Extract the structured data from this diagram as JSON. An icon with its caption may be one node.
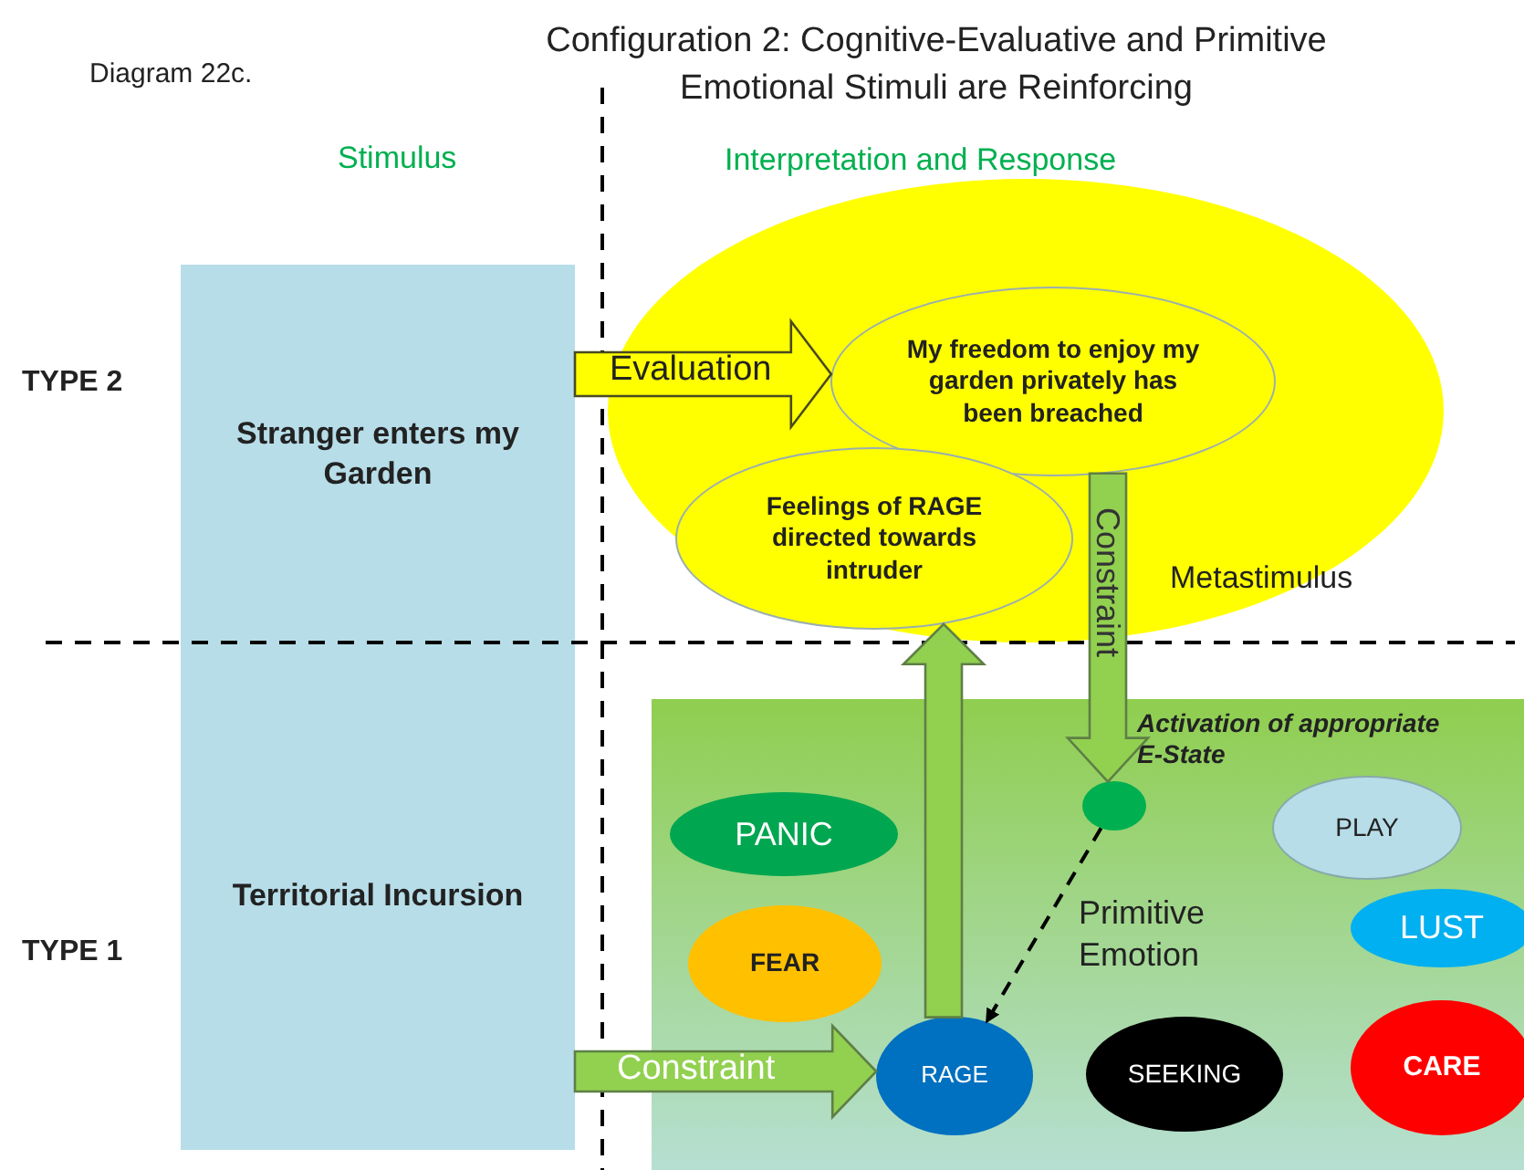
{
  "diagram": {
    "title": "Configuration 2: Cognitive-Evaluative and Primitive Emotional Stimuli are Reinforcing",
    "nodes": [
      {
        "text": [
          "Stranger enters my Garden"
        ]
      },
      {
        "text": [
          "Territorial Incursion"
        ]
      },
      {
        "text": [
          "Metastimulus"
        ]
      },
      {
        "text": [
          "My freedom to enjoy my garden privately has been breached"
        ],
        "in": 2
      },
      {
        "text": [
          "Feelings of RAGE directed towards intruder"
        ],
        "in": 2
      },
      {
        "text": [
          "Primitive Emotion"
        ]
      },
      {
        "text": [
          "PANIC"
        ],
        "in": 5
      },
      {
        "text": [
          "FEAR"
        ],
        "in": 5
      },
      {
        "text": [],
        "shape": "circle",
        "beside": [
          "Activation of appropriate E-State"
        ],
        "in": 5
      },
      {
        "text": [
          "PLAY"
        ],
        "in": 5
      },
      {
        "text": [
          "LUST"
        ],
        "in": 5
      },
      {
        "text": [
          "RAGE"
        ],
        "in": 5
      },
      {
        "text": [
          "SEEKING"
        ],
        "in": 5
      },
      {
        "text": [
          "CARE"
        ],
        "in": 5
      }
    ],
    "edges": [
      {
        "from": 0,
        "to": 3,
        "arrow": "to",
        "label": "Evaluation",
        "style": "thick",
        "color": "#ffff00"
      },
      {
        "from": 3,
        "to": 8,
        "arrow": "to",
        "label": "Constraint",
        "style": "thick"
      },
      {
        "from": 11,
        "to": 4,
        "arrow": "to",
        "style": "thick"
      },
      {
        "from": 8,
        "to": 11,
        "arrow": "to",
        "style": "dashed",
        "color": "#000000"
      },
      {
        "from": 1,
        "to": 11,
        "arrow": "to",
        "label": "Constraint",
        "style": "thick"
      }
    ],
    "labels": [
      "Diagram 22c.",
      "Stimulus",
      "Interpretation and Response",
      "TYPE 2",
      "TYPE 1"
    ]
  }
}
